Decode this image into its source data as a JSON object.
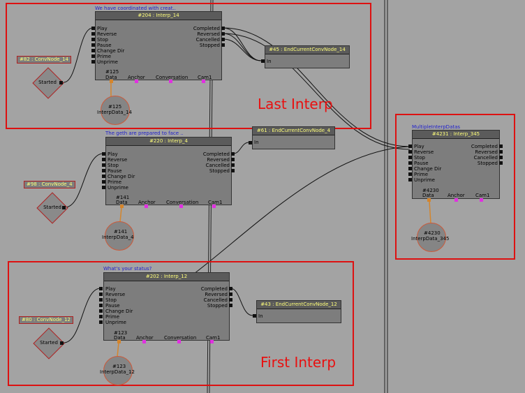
{
  "annotations": {
    "last_interp": "Last Interp",
    "first_interp": "First Interp"
  },
  "interp_nodes": [
    {
      "id": "interp14",
      "comment": "We have coordinated with creat..",
      "title": "#204 : Interp_14",
      "inputs": [
        "Play",
        "Reverse",
        "Stop",
        "Pause",
        "Change Dir",
        "Prime",
        "Unprime"
      ],
      "outputs": [
        "Completed",
        "Reversed",
        "Cancelled",
        "Stopped"
      ],
      "var_id": "#125",
      "vars": [
        "Data",
        "Anchor",
        "Conversation",
        "Cam1"
      ]
    },
    {
      "id": "interp4",
      "comment": "The geth are prepared to face ..",
      "title": "#220 : Interp_4",
      "inputs": [
        "Play",
        "Reverse",
        "Stop",
        "Pause",
        "Change Dir",
        "Prime",
        "Unprime"
      ],
      "outputs": [
        "Completed",
        "Reversed",
        "Cancelled",
        "Stopped"
      ],
      "var_id": "#141",
      "vars": [
        "Data",
        "Anchor",
        "Conversation",
        "Cam1"
      ]
    },
    {
      "id": "interp12",
      "comment": "What's your status?",
      "title": "#202 : Interp_12",
      "inputs": [
        "Play",
        "Reverse",
        "Stop",
        "Pause",
        "Change Dir",
        "Prime",
        "Unprime"
      ],
      "outputs": [
        "Completed",
        "Reversed",
        "Cancelled",
        "Stopped"
      ],
      "var_id": "#123",
      "vars": [
        "Data",
        "Anchor",
        "Conversation",
        "Cam1"
      ]
    },
    {
      "id": "interp345",
      "comment": "MultipleInterpDatas",
      "title": "#4231 : Interp_345",
      "inputs": [
        "Play",
        "Reverse",
        "Stop",
        "Pause",
        "Change Dir",
        "Prime",
        "Unprime"
      ],
      "outputs": [
        "Completed",
        "Reversed",
        "Cancelled",
        "Stopped"
      ],
      "var_id": "#4230",
      "vars": [
        "Data",
        "Anchor",
        "Cam1"
      ]
    }
  ],
  "end_nodes": [
    {
      "id": "end14",
      "title": "#45 : EndCurrentConvNode_14",
      "input": "In"
    },
    {
      "id": "end4",
      "title": "#61 : EndCurrentConvNode_4",
      "input": "In"
    },
    {
      "id": "end12",
      "title": "#43 : EndCurrentConvNode_12",
      "input": "In"
    }
  ],
  "conv_nodes": [
    {
      "id": "conv14",
      "label": "#82 : ConvNode_14",
      "event": "Started"
    },
    {
      "id": "conv4",
      "label": "#98 : ConvNode_4",
      "event": "Started"
    },
    {
      "id": "conv12",
      "label": "#80 : ConvNode_12",
      "event": "Started"
    }
  ],
  "interp_data": [
    {
      "id": "d14",
      "num": "#125",
      "name": "InterpData_14"
    },
    {
      "id": "d4",
      "num": "#141",
      "name": "InterpData_4"
    },
    {
      "id": "d12",
      "num": "#123",
      "name": "InterpData_12"
    },
    {
      "id": "d345",
      "num": "#4230",
      "name": "InterpData_345"
    }
  ]
}
